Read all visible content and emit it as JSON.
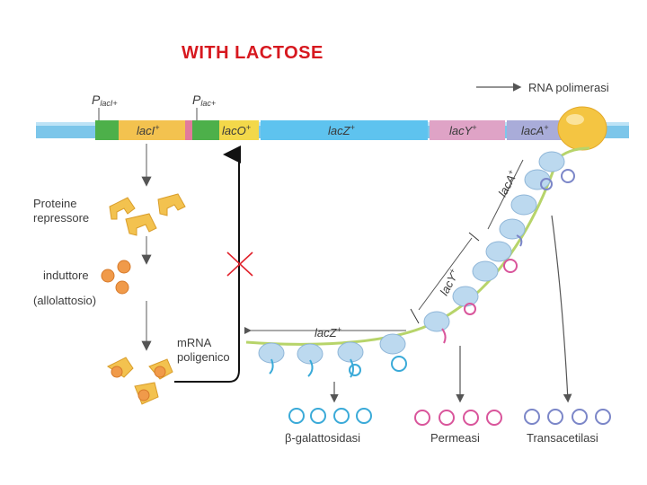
{
  "title": "WITH LACTOSE",
  "operon": {
    "promoter_i": "P",
    "promoter_i_sub": "lacI+",
    "promoter_lac": "P",
    "promoter_lac_sub": "lac+",
    "laci": "lacI",
    "laco": "lacO",
    "lacz": "lacZ",
    "lacy": "lacY",
    "laca": "lacA",
    "plus": "+"
  },
  "labels": {
    "rna_polymerase": "RNA polimerasi",
    "repressor_line1": "Proteine",
    "repressor_line2": "repressore",
    "inducer_line1": "induttore",
    "inducer_line2": "(allolattosio)",
    "mrna_line1": "mRNA",
    "mrna_line2": "poligenico",
    "mrna_lacz": "lacZ",
    "mrna_lacy": "lacY",
    "mrna_laca": "lacA",
    "product_galactosidase": "β-galattosidasi",
    "product_permease": "Permeasi",
    "product_transacetylase": "Transacetilasi"
  },
  "colors": {
    "title": "#d7181f",
    "dna_backbone": "#5fb8e6",
    "promoter": "#4db04a",
    "laci_gene": "#f3c24f",
    "laco_gene": "#f3d84a",
    "lacz_gene": "#5ec3ef",
    "lacy_gene": "#dfa3c6",
    "laca_gene": "#a9acd9",
    "polymerase": "#f4c542",
    "mrna": "#b7d46a",
    "ribosome": "#bcd9ef",
    "galactosidase_protein": "#3aaad8",
    "permease_protein": "#d9559b",
    "transacetylase_protein": "#7b86c8",
    "blocked_mark": "#e0202a"
  }
}
